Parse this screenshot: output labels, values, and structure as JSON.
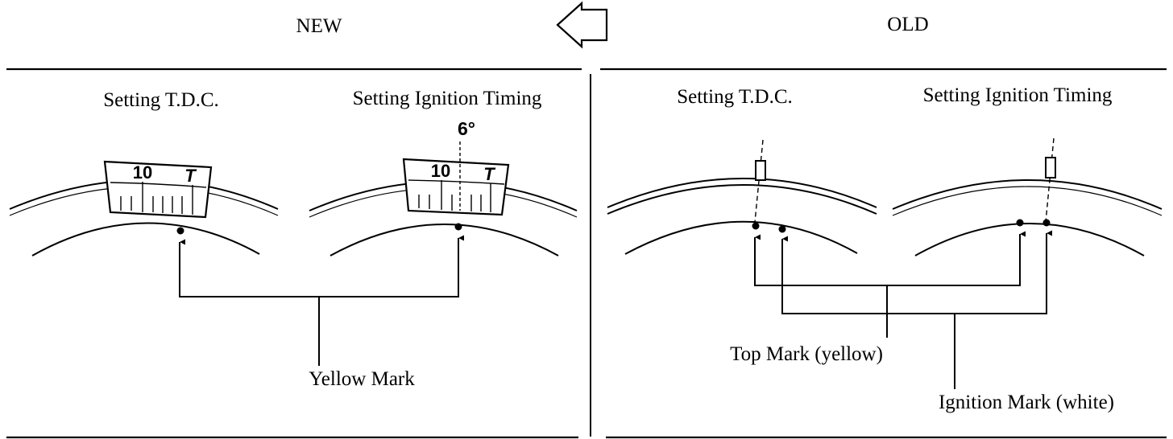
{
  "header": {
    "new_label": "NEW",
    "old_label": "OLD",
    "arrow_icon": "left-arrow-icon"
  },
  "new_panel": {
    "tdc_title": "Setting T.D.C.",
    "ignition_title": "Setting Ignition Timing",
    "degree_label": "6°",
    "scale_number": "10",
    "scale_letter": "T",
    "mark_label": "Yellow Mark"
  },
  "old_panel": {
    "tdc_title": "Setting T.D.C.",
    "ignition_title": "Setting Ignition Timing",
    "top_mark_label": "Top Mark (yellow)",
    "ignition_mark_label": "Ignition Mark (white)"
  },
  "colors": {
    "ink": "#000000",
    "paper": "#ffffff"
  }
}
